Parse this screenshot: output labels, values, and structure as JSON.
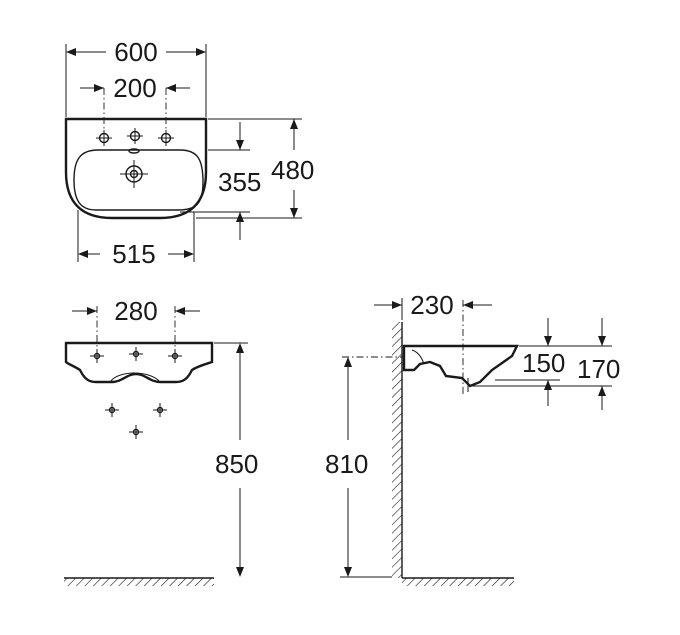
{
  "top_view": {
    "width_overall": "600",
    "tap_hole_spacing": "200",
    "depth_inner": "355",
    "depth_overall": "480",
    "bottom_width": "515"
  },
  "front_view": {
    "fixing_spacing": "280",
    "height_to_rim": "850"
  },
  "side_view": {
    "wall_projection": "230",
    "bowl_depth": "150",
    "basin_height": "170",
    "height_to_bracket": "810"
  }
}
